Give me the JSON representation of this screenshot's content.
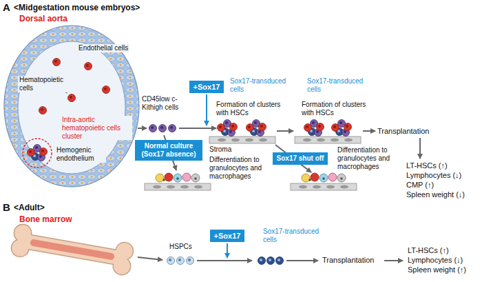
{
  "diagram": {
    "nodes": [
      {
        "text": [
          "+Sox17"
        ]
      },
      {
        "text": [
          "Normal culture (Sox17 absence)"
        ]
      },
      {
        "text": [
          "Sox17 shut off"
        ]
      },
      {
        "text": [
          "+Sox17"
        ]
      }
    ],
    "labels": [
      "A",
      "<Midgestation mouse embryos>",
      "Dorsal aorta",
      "Endothelial cells",
      "Hematopoietic cells",
      "Intra-aortic hematopoietic cells cluster",
      "Hemogenic endothelium",
      "CD45low c-Kithigh cells",
      "Sox17-transduced cells",
      "Formation of clusters with HSCs",
      "Sox17-transduced cells",
      "Formation of clusters with HSCs",
      "Stroma",
      "Differentiation to granulocytes and macrophages",
      "Differentiation to granulocytes and macrophages",
      "Transplantation",
      "LT-HSCs (↑)",
      "Lymphocytes (↓)",
      "CMP (↑)",
      "Spleen weight (↓)",
      "B",
      "<Adult>",
      "Bone marrow",
      "HSPCs",
      "Sox17-transduced cells",
      "Transplantation",
      "LT-HSCs (↑)",
      "Lymphocytes (↓)",
      "Spleen weight (↑)"
    ]
  }
}
